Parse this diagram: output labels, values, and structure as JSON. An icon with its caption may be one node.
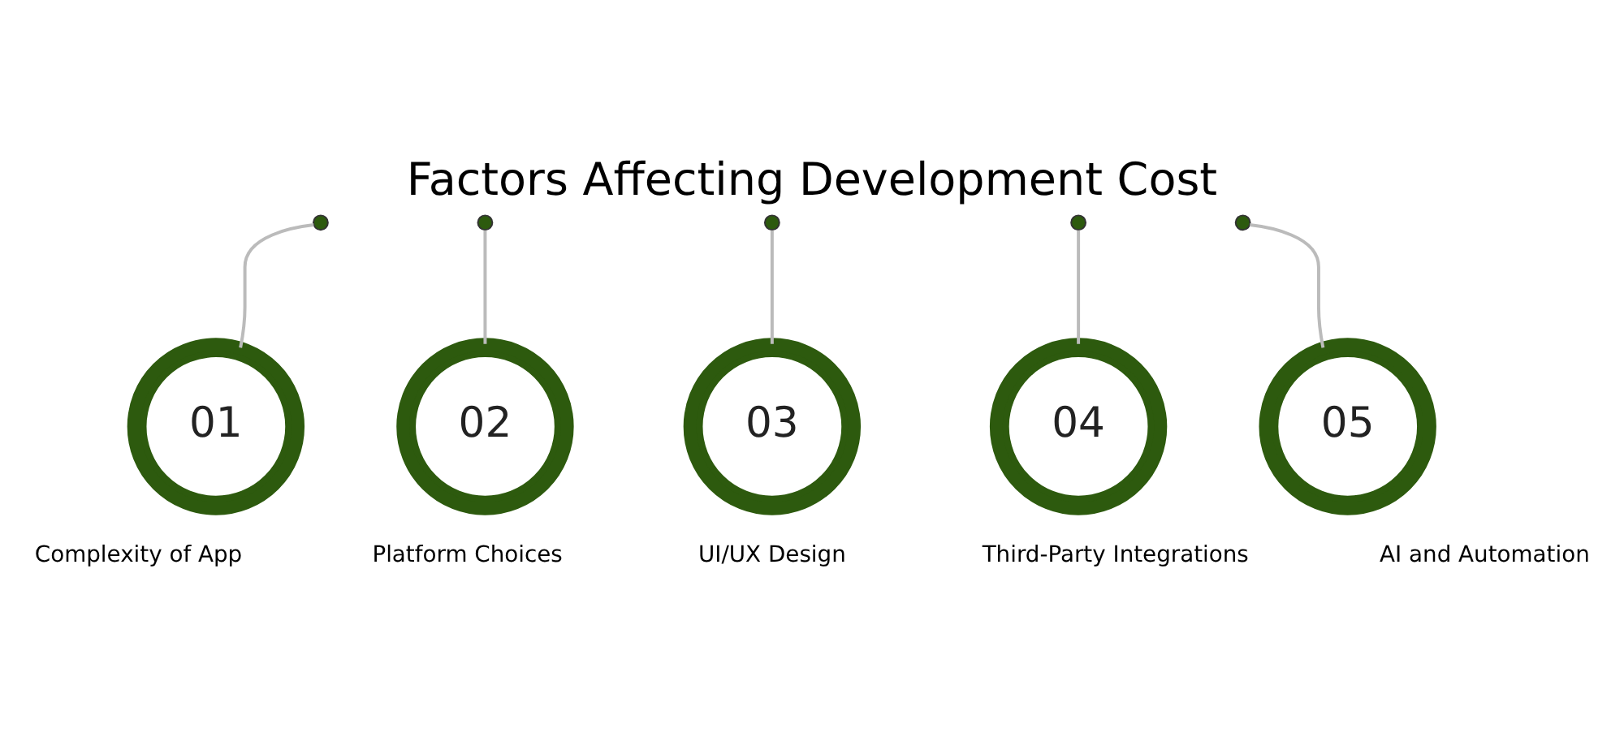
{
  "diagram": {
    "title": "Factors Affecting Development Cost",
    "nodes": [
      {
        "text": [],
        "shape": "circle"
      },
      {
        "text": [],
        "shape": "circle"
      },
      {
        "text": [],
        "shape": "circle"
      },
      {
        "text": [],
        "shape": "circle"
      },
      {
        "text": [],
        "shape": "circle"
      },
      {
        "text": [
          "01"
        ],
        "beside": [
          "Complexity of App"
        ]
      },
      {
        "text": [
          "02"
        ],
        "beside": [
          "Platform Choices"
        ]
      },
      {
        "text": [
          "03"
        ],
        "beside": [
          "UI/UX Design"
        ]
      },
      {
        "text": [
          "04"
        ],
        "beside": [
          "Third-Party Integrations"
        ]
      },
      {
        "text": [
          "05"
        ],
        "beside": [
          "AI and Automation"
        ]
      }
    ],
    "edges": [
      {
        "from": 0,
        "to": 5,
        "arrow": "none"
      },
      {
        "from": 1,
        "to": 6,
        "arrow": "none"
      },
      {
        "from": 2,
        "to": 7,
        "arrow": "none"
      },
      {
        "from": 3,
        "to": 8,
        "arrow": "none"
      },
      {
        "from": 4,
        "to": 9,
        "arrow": "none"
      }
    ]
  }
}
